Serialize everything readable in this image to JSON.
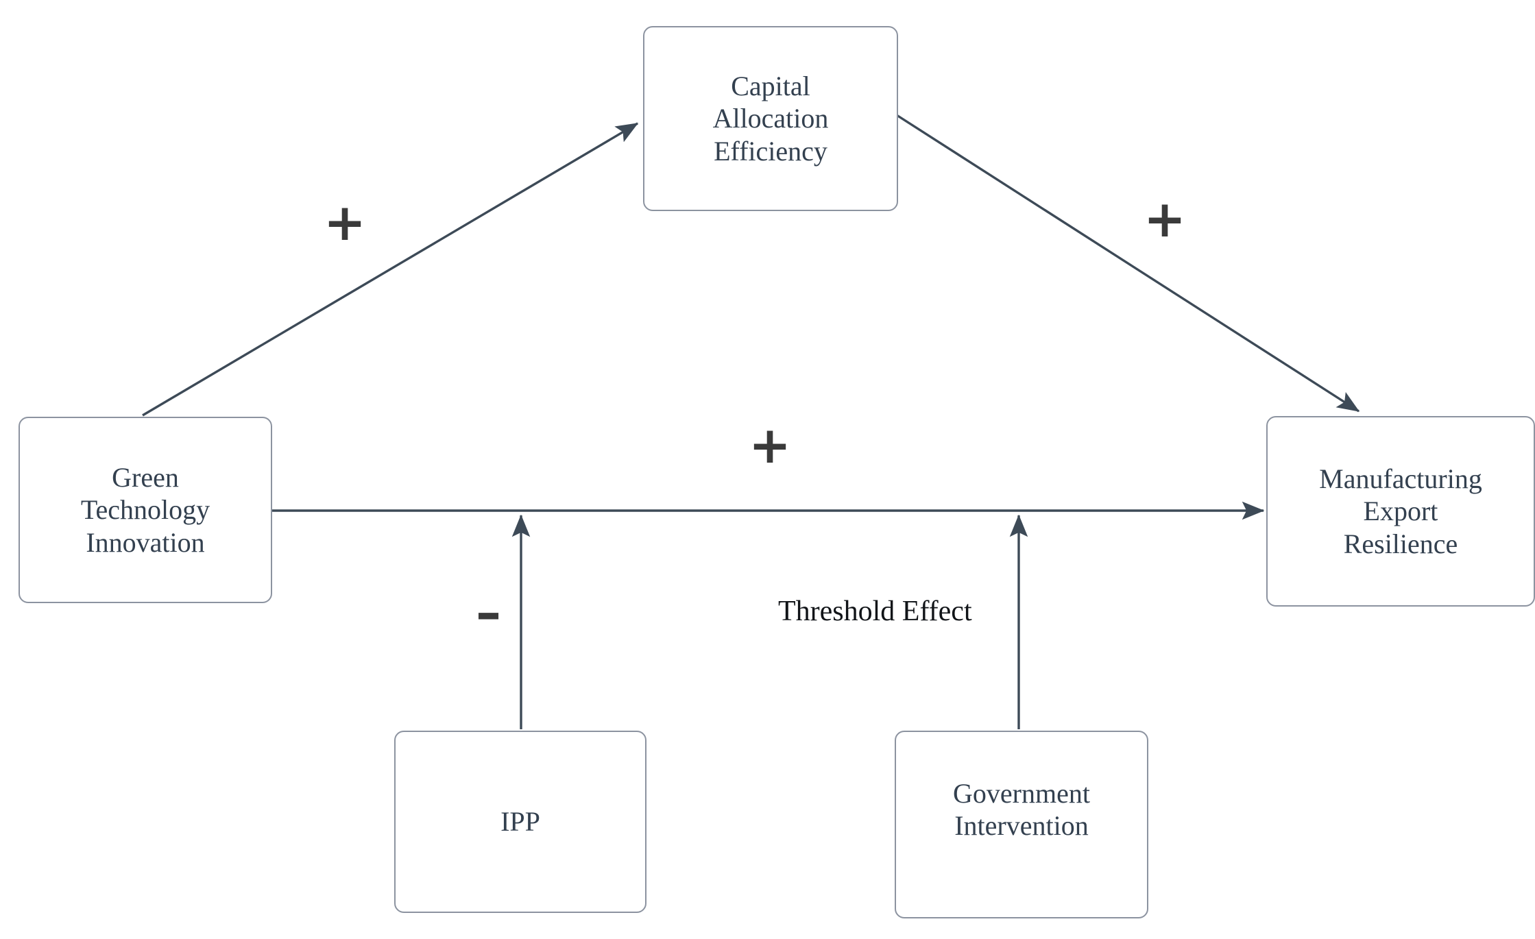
{
  "diagram": {
    "type": "conceptual-framework",
    "background_color": "#ffffff",
    "node_border_color": "#8c93a0",
    "node_text_color": "#33404f",
    "edge_color": "#3d4a57",
    "sign_color": "#3a3a3a",
    "label_color": "#111418",
    "nodes": [
      {
        "id": "capital_allocation_efficiency",
        "label": "Capital\nAllocation\nEfficiency"
      },
      {
        "id": "green_technology_innovation",
        "label": "Green\nTechnology\nInnovation"
      },
      {
        "id": "manufacturing_export_resilience",
        "label": "Manufacturing\nExport\nResilience"
      },
      {
        "id": "ipp",
        "label": "IPP"
      },
      {
        "id": "government_intervention",
        "label": "Government\nIntervention"
      }
    ],
    "edges": [
      {
        "id": "gti-to-cae",
        "from": "green_technology_innovation",
        "to": "capital_allocation_efficiency",
        "sign": "+",
        "style": "arrow"
      },
      {
        "id": "cae-to-mer",
        "from": "capital_allocation_efficiency",
        "to": "manufacturing_export_resilience",
        "sign": "+",
        "style": "arrow"
      },
      {
        "id": "gti-to-mer",
        "from": "green_technology_innovation",
        "to": "manufacturing_export_resilience",
        "sign": "+",
        "style": "arrow"
      },
      {
        "id": "ipp-moderates-gti-mer",
        "from": "ipp",
        "to": "gti-to-mer",
        "sign": "-",
        "style": "moderator-arrow"
      },
      {
        "id": "gov-moderates-gti-mer",
        "from": "government_intervention",
        "to": "gti-to-mer",
        "label": "Threshold Effect",
        "style": "moderator-arrow"
      }
    ],
    "signs": {
      "plus_left": "+",
      "plus_right": "+",
      "plus_center": "+",
      "minus_ipp": "–"
    },
    "labels": {
      "threshold_effect": "Threshold Effect"
    }
  }
}
